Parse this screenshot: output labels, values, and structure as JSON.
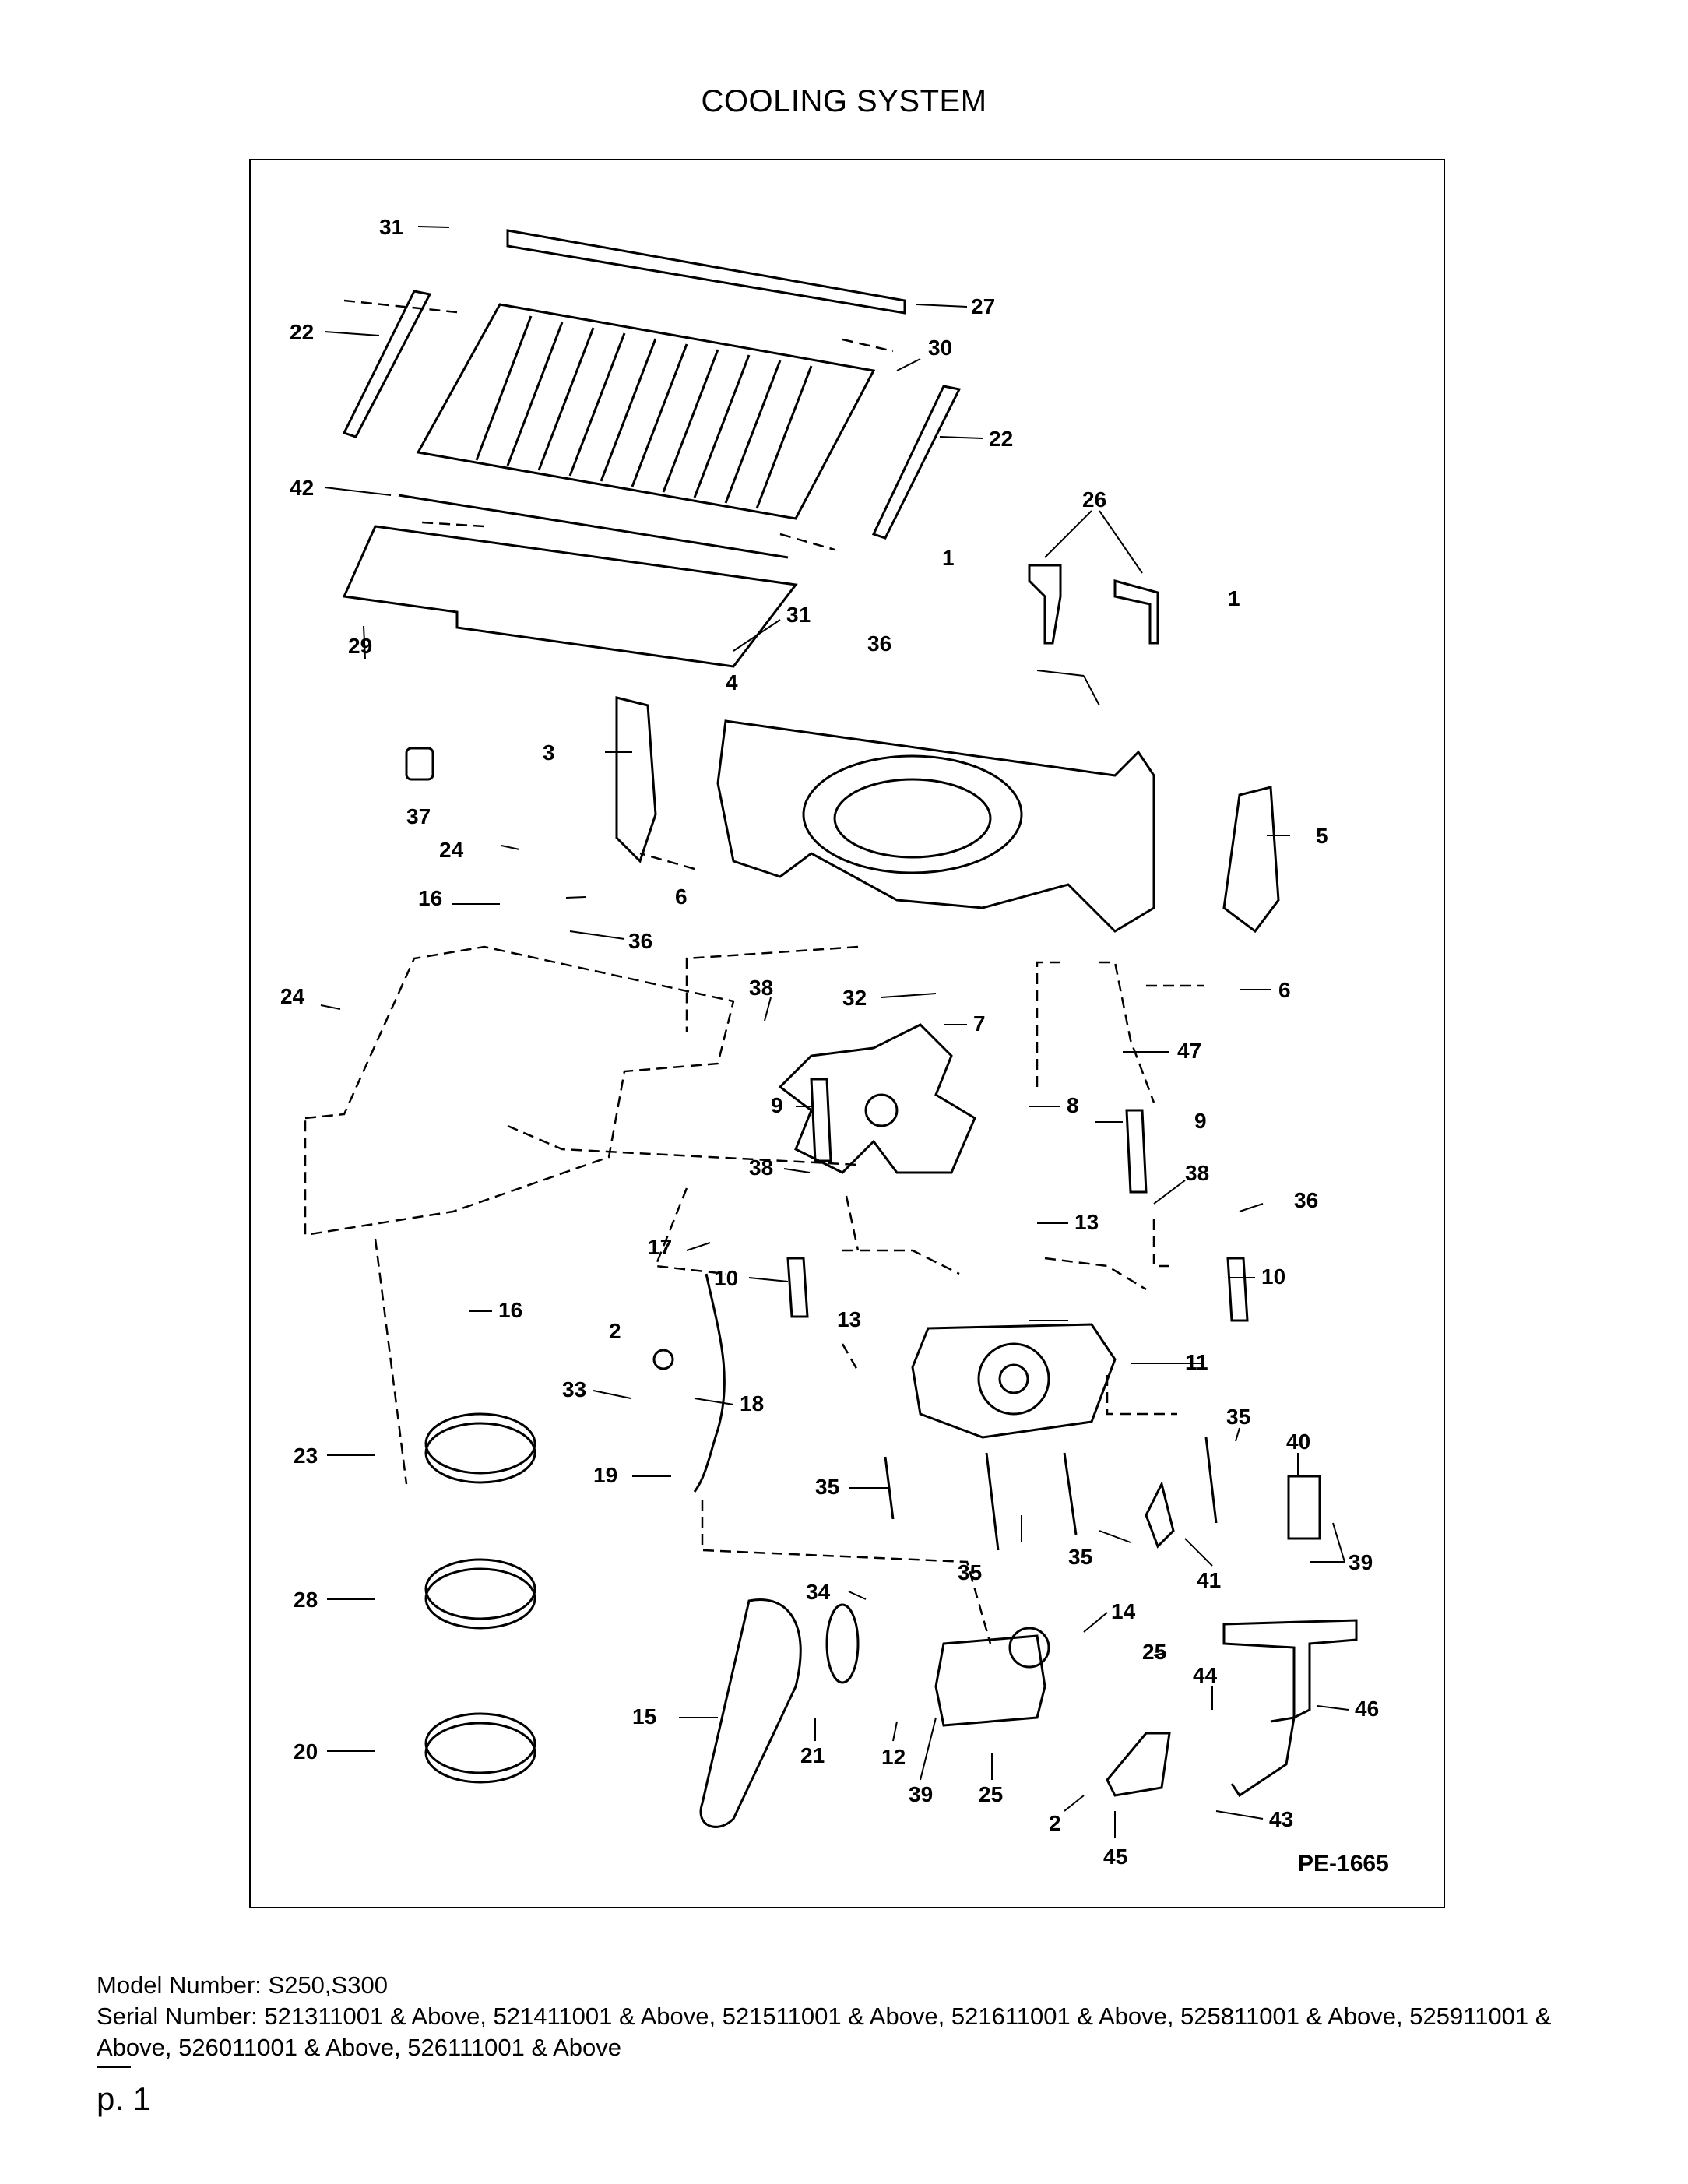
{
  "title": "COOLING SYSTEM",
  "diagram": {
    "reference_code": "PE-1665",
    "callouts": [
      "31",
      "27",
      "22",
      "30",
      "22",
      "42",
      "26",
      "1",
      "1",
      "29",
      "31",
      "36",
      "4",
      "3",
      "37",
      "5",
      "24",
      "6",
      "16",
      "36",
      "6",
      "24",
      "38",
      "32",
      "7",
      "47",
      "9",
      "8",
      "9",
      "38",
      "38",
      "36",
      "13",
      "17",
      "10",
      "10",
      "16",
      "2",
      "13",
      "11",
      "33",
      "18",
      "35",
      "40",
      "23",
      "19",
      "35",
      "35",
      "35",
      "41",
      "39",
      "34",
      "14",
      "28",
      "25",
      "44",
      "46",
      "15",
      "21",
      "12",
      "39",
      "25",
      "20",
      "2",
      "43",
      "45"
    ]
  },
  "model_line": "Model Number: S250,S300",
  "serial_line": "Serial Number: 521311001 & Above, 521411001 & Above, 521511001 & Above, 521611001 & Above, 525811001 & Above, 525911001 & Above, 526011001 & Above, 526111001 & Above",
  "page_number": "p. 1"
}
